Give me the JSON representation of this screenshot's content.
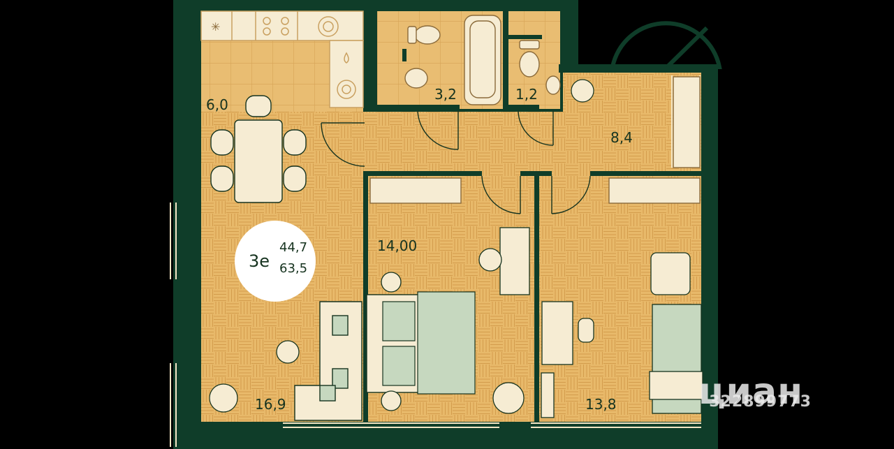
{
  "plan": {
    "unit_type": "3е",
    "area_top": "44,7",
    "area_bottom": "63,5",
    "rooms": {
      "kitchen": "6,0",
      "bathroom": "3,2",
      "toilet": "1,2",
      "hall": "8,4",
      "bedroom": "14,00",
      "living": "16,9",
      "room_right": "13,8"
    }
  },
  "watermark": {
    "brand": "циан",
    "listing_id": "322899773"
  },
  "colors": {
    "wall": "#0f3d29",
    "floor": "#e8b96a",
    "tile": "#f3e6c5",
    "furniture": "#f6ecd3",
    "textile": "#c6d8bf"
  }
}
